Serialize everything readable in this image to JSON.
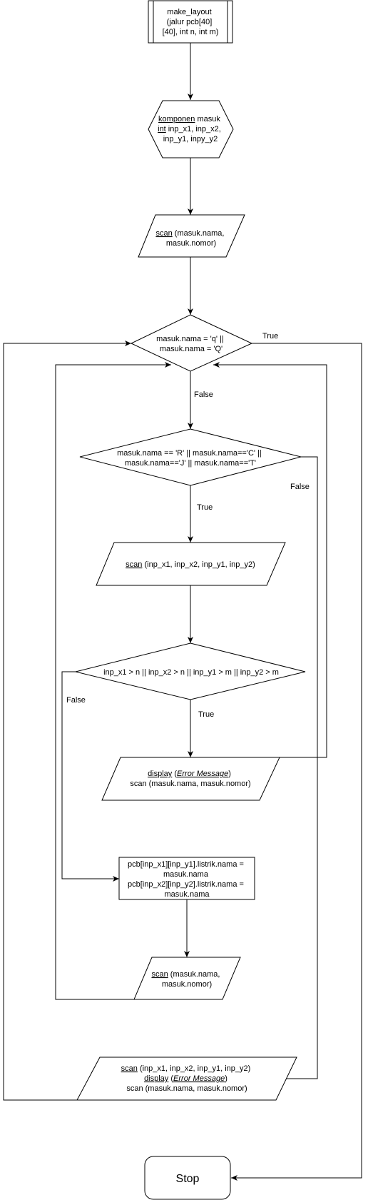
{
  "diagram": {
    "start": {
      "line1": "make_layout",
      "line2": "(jalur pcb[40]",
      "line3": "[40], int n, int m)"
    },
    "declare": {
      "l1_kw": "komponen",
      "l1_rest": " masuk",
      "l2_kw": "int",
      "l2_rest": " inp_x1, inp_x2,",
      "l3": "inp_y1, inpy_y2"
    },
    "scan1": {
      "kw": "scan",
      "rest": " (masuk.nama,",
      "line2": "masuk.nomor)"
    },
    "decision1": {
      "line1": "masuk.nama = 'q' ||",
      "line2": "masuk.nama = 'Q'"
    },
    "decision2": {
      "line1": "masuk.nama == 'R' || masuk.nama=='C' ||",
      "line2": "masuk.nama=='J' || masuk.nama=='T'"
    },
    "scan2": {
      "kw": "scan",
      "rest": " (inp_x1, inp_x2, inp_y1, inp_y2)"
    },
    "decision3": {
      "line1": "inp_x1 > n || inp_x2 > n || inp_y1 > m || inp_y2 > m"
    },
    "error1": {
      "kw": "display",
      "open": " (",
      "em": "Error Message",
      "close": ")",
      "line2": "scan (masuk.nama, masuk.nomor)"
    },
    "assign": {
      "line1": "pcb[inp_x1][inp_y1].listrik.nama =",
      "line2": "masuk.nama",
      "line3": "pcb[inp_x2][inp_y2].listrik.nama =",
      "line4": "masuk.nama"
    },
    "scan3": {
      "kw": "scan",
      "rest": " (masuk.nama,",
      "line2": "masuk.nomor)"
    },
    "error2": {
      "l1_kw": "scan",
      "l1_rest": " (inp_x1, inp_x2, inp_y1, inp_y2)",
      "l2_kw": "display",
      "l2_open": " (",
      "l2_kw2": "Error Message",
      "l2_close": ")",
      "line3": "scan (masuk.nama, masuk.nomor)"
    },
    "end": {
      "label": "Stop"
    },
    "edge_labels": {
      "d1_true": "True",
      "d1_false": "False",
      "d2_true": "True",
      "d2_false": "False",
      "d3_true": "True",
      "d3_false": "False"
    }
  }
}
